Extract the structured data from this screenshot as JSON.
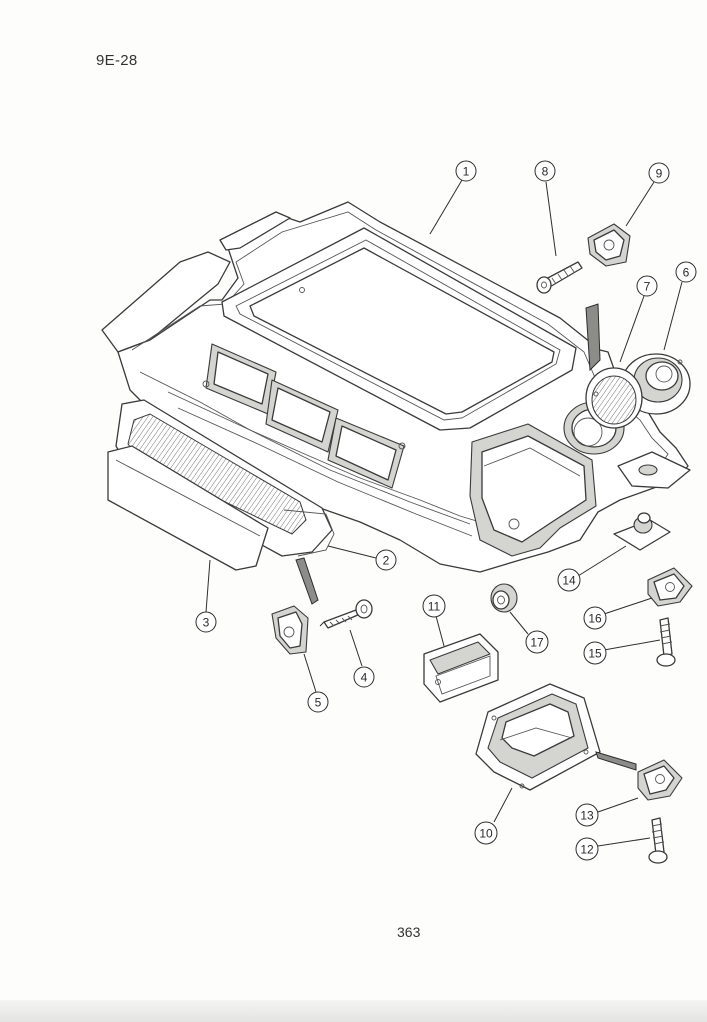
{
  "page": {
    "reference": "9E-28",
    "number": "363"
  },
  "callouts": [
    "1",
    "2",
    "3",
    "4",
    "5",
    "6",
    "7",
    "8",
    "9",
    "10",
    "11",
    "12",
    "13",
    "14",
    "15",
    "16",
    "17"
  ]
}
